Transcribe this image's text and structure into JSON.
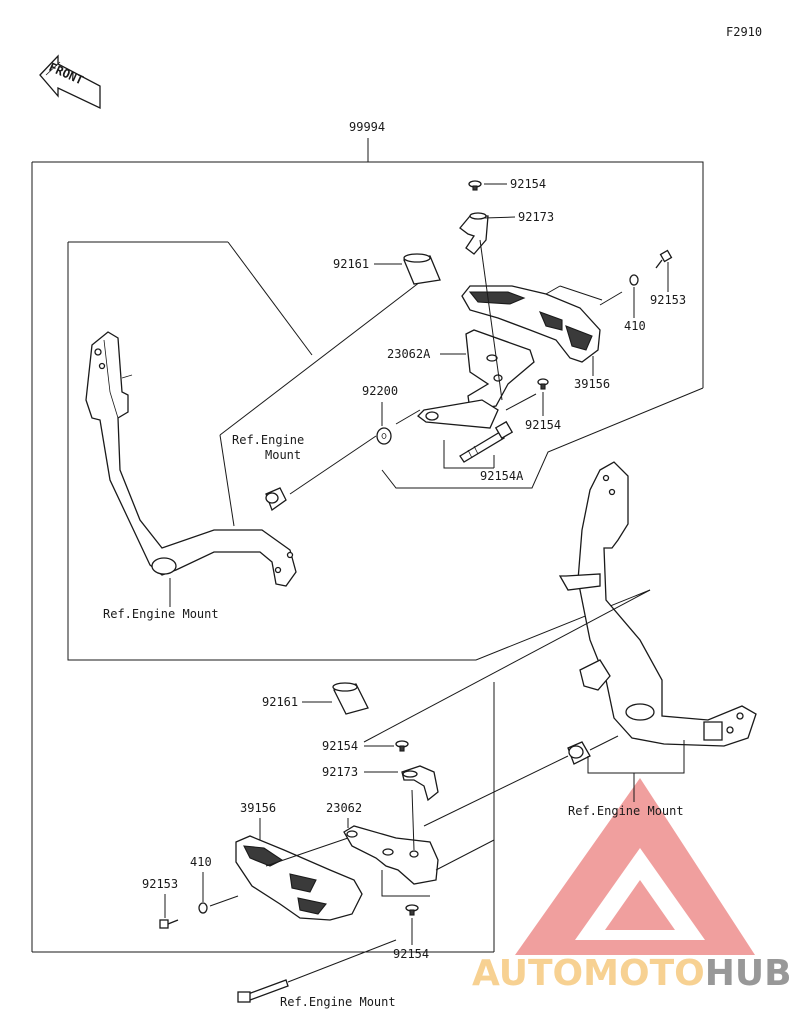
{
  "figure_code": "F2910",
  "front_label": "FRONT",
  "assembly_number": "99994",
  "parts": {
    "p92154_top": "92154",
    "p92173_top": "92173",
    "p92161_top": "92161",
    "p92153_top": "92153",
    "p410_top": "410",
    "p39156_top": "39156",
    "p23062A": "23062A",
    "p92200": "92200",
    "p92154_mid": "92154",
    "p92154A": "92154A",
    "p92161_bot": "92161",
    "p92154_bot1": "92154",
    "p92173_bot": "92173",
    "p39156_bot": "39156",
    "p23062": "23062",
    "p410_bot": "410",
    "p92153_bot": "92153",
    "p92154_bot2": "92154"
  },
  "refs": {
    "engine_mount_1_line1": "Ref.Engine",
    "engine_mount_1_line2": "Mount",
    "engine_mount_2": "Ref.Engine Mount",
    "engine_mount_3": "Ref.Engine Mount",
    "engine_mount_4": "Ref.Engine Mount"
  },
  "watermark": {
    "part1": "AUTO",
    "part2": "MOTO",
    "part3": "HUB"
  },
  "colors": {
    "line": "#1a1a1a",
    "watermark_red": "#e4524f",
    "watermark_orange": "#f2b34a",
    "watermark_gray": "#555555"
  }
}
